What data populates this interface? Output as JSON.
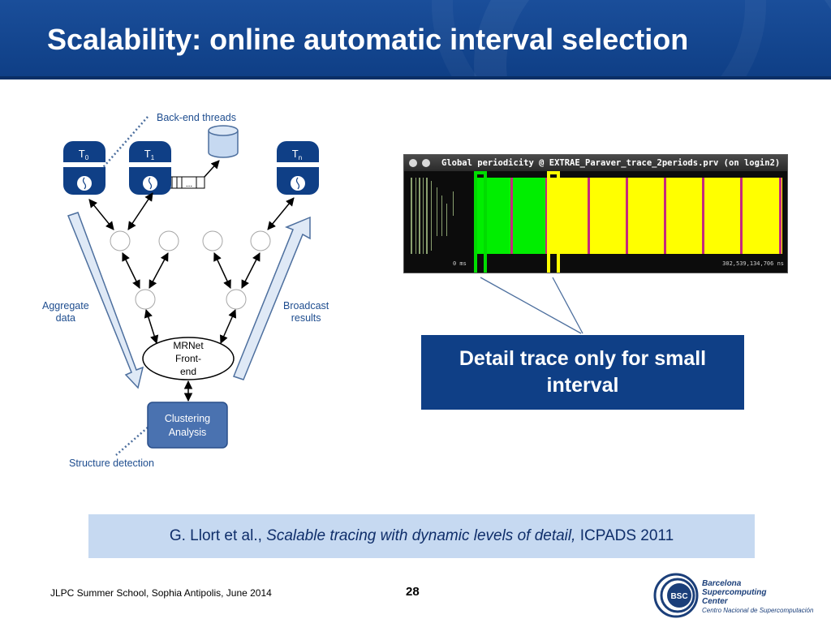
{
  "slide": {
    "title": "Scalability: online automatic interval selection"
  },
  "diagram": {
    "label_backend_threads": "Back-end threads",
    "thread_letter": "T",
    "threads": [
      {
        "sub": "0"
      },
      {
        "sub": "1"
      },
      {
        "sub": "n"
      }
    ],
    "label_aggregate": [
      "Aggregate",
      "data"
    ],
    "label_broadcast": [
      "Broadcast",
      "results"
    ],
    "frontend": [
      "MRNet",
      "Front-",
      "end"
    ],
    "clustering": [
      "Clustering",
      "Analysis"
    ],
    "label_structure": "Structure detection",
    "queue_text": "..."
  },
  "trace_window": {
    "title": "Global periodicity @ EXTRAE_Paraver_trace_2periods.prv (on login2)",
    "time_start": "0 ms",
    "time_end": "302,539,134,706 ns",
    "colors": {
      "region_a": "#00ee00",
      "region_b": "#ffff00",
      "marker": "#c62a7d"
    }
  },
  "callout": {
    "text_line1": "Detail trace only for small",
    "text_line2": "interval"
  },
  "citation": {
    "authors": "G. Llort et al.,",
    "paper": "Scalable tracing with dynamic levels of detail,",
    "venue": "ICPADS 2011"
  },
  "footer": {
    "left": "JLPC Summer School, Sophia Antipolis, June 2014",
    "page": "28"
  },
  "logo": {
    "mark": "BSC",
    "line1": "Barcelona",
    "line2": "Supercomputing",
    "line3": "Center",
    "line4": "Centro Nacional de Supercomputación"
  }
}
